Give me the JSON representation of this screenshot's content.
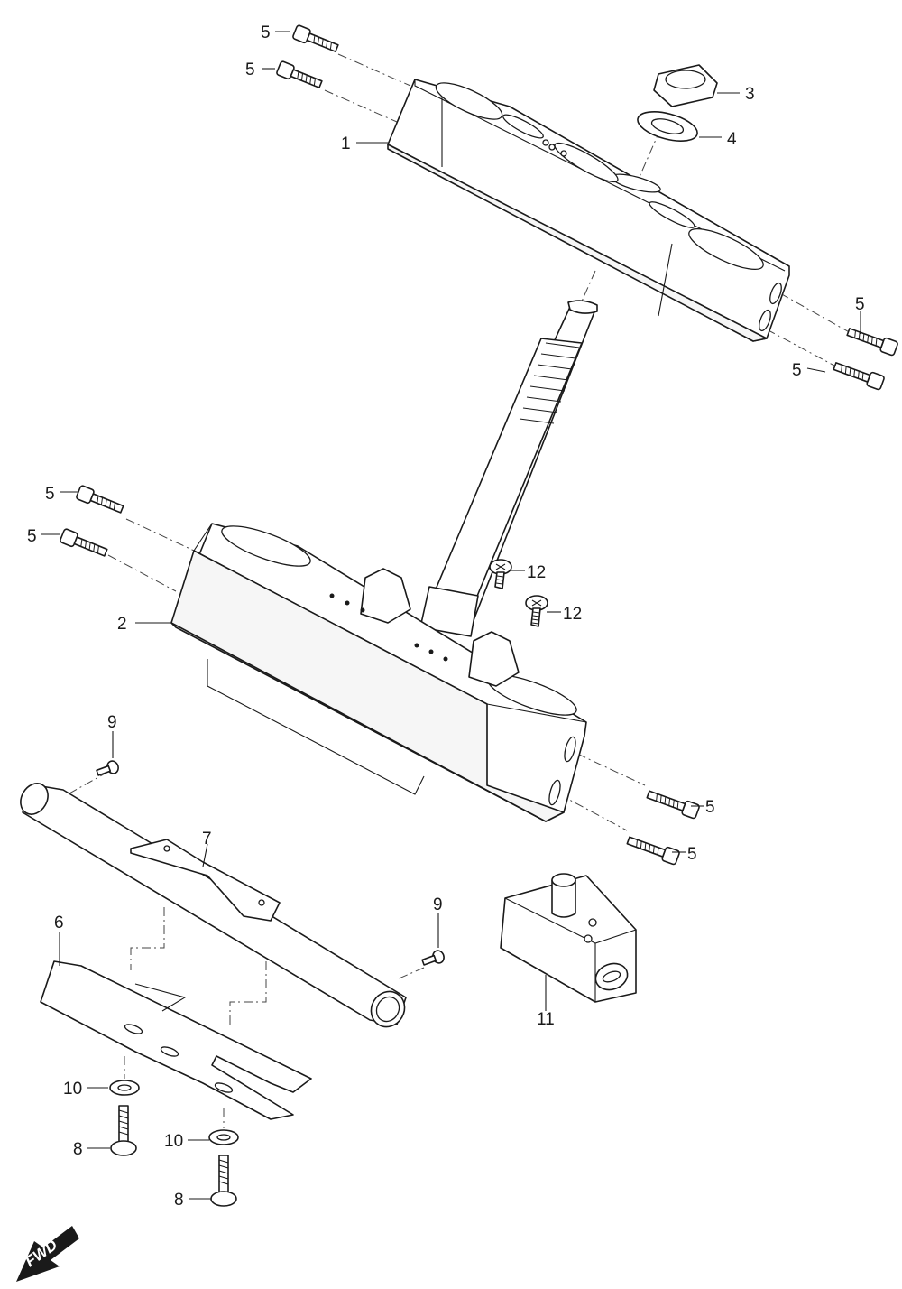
{
  "callouts": [
    {
      "id": "c1",
      "label": "1"
    },
    {
      "id": "c2",
      "label": "2"
    },
    {
      "id": "c3",
      "label": "3"
    },
    {
      "id": "c4",
      "label": "4"
    },
    {
      "id": "c5a",
      "label": "5"
    },
    {
      "id": "c5b",
      "label": "5"
    },
    {
      "id": "c5c",
      "label": "5"
    },
    {
      "id": "c5d",
      "label": "5"
    },
    {
      "id": "c5e",
      "label": "5"
    },
    {
      "id": "c5f",
      "label": "5"
    },
    {
      "id": "c5g",
      "label": "5"
    },
    {
      "id": "c5h",
      "label": "5"
    },
    {
      "id": "c6",
      "label": "6"
    },
    {
      "id": "c7",
      "label": "7"
    },
    {
      "id": "c8a",
      "label": "8"
    },
    {
      "id": "c8b",
      "label": "8"
    },
    {
      "id": "c9a",
      "label": "9"
    },
    {
      "id": "c9b",
      "label": "9"
    },
    {
      "id": "c10a",
      "label": "10"
    },
    {
      "id": "c10b",
      "label": "10"
    },
    {
      "id": "c11",
      "label": "11"
    },
    {
      "id": "c12a",
      "label": "12"
    },
    {
      "id": "c12b",
      "label": "12"
    }
  ],
  "fwd_label": "FWD"
}
